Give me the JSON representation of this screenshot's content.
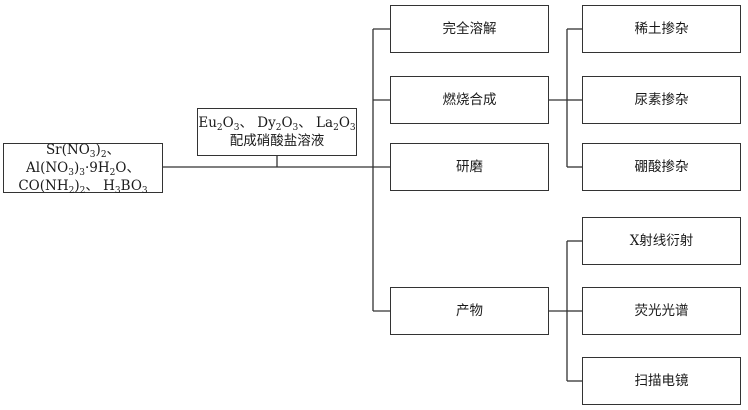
{
  "raw_materials": {
    "line1": [
      {
        "t": "Sr(NO"
      },
      {
        "s": "3"
      },
      {
        "t": ")"
      },
      {
        "s": "2"
      },
      {
        "t": "、 Al(NO"
      },
      {
        "s": "3"
      },
      {
        "t": ")"
      },
      {
        "s": "3"
      },
      {
        "t": "·9H"
      },
      {
        "s": "2"
      },
      {
        "t": "O、"
      }
    ],
    "line2": [
      {
        "t": "CO(NH"
      },
      {
        "s": "2"
      },
      {
        "t": ")"
      },
      {
        "s": "2"
      },
      {
        "t": "、 H"
      },
      {
        "s": "3"
      },
      {
        "t": "BO"
      },
      {
        "s": "3"
      }
    ]
  },
  "nitrate_solution": {
    "line1": [
      {
        "t": "Eu"
      },
      {
        "s": "2"
      },
      {
        "t": "O"
      },
      {
        "s": "3"
      },
      {
        "t": "、 Dy"
      },
      {
        "s": "2"
      },
      {
        "t": "O"
      },
      {
        "s": "3"
      },
      {
        "t": "、 La"
      },
      {
        "s": "2"
      },
      {
        "t": "O"
      },
      {
        "s": "3"
      }
    ],
    "line2": [
      {
        "t": "配成硝酸盐溶液"
      }
    ]
  },
  "steps": {
    "dissolve": "完全溶解",
    "combustion": "燃烧合成",
    "grinding": "研磨",
    "product": "产物"
  },
  "doping": {
    "rare_earth": "稀土掺杂",
    "urea": "尿素掺杂",
    "boric_acid": "硼酸掺杂"
  },
  "characterization": {
    "xrd": "X射线衍射",
    "fluorescence": "荧光光谱",
    "sem": "扫描电镜"
  }
}
